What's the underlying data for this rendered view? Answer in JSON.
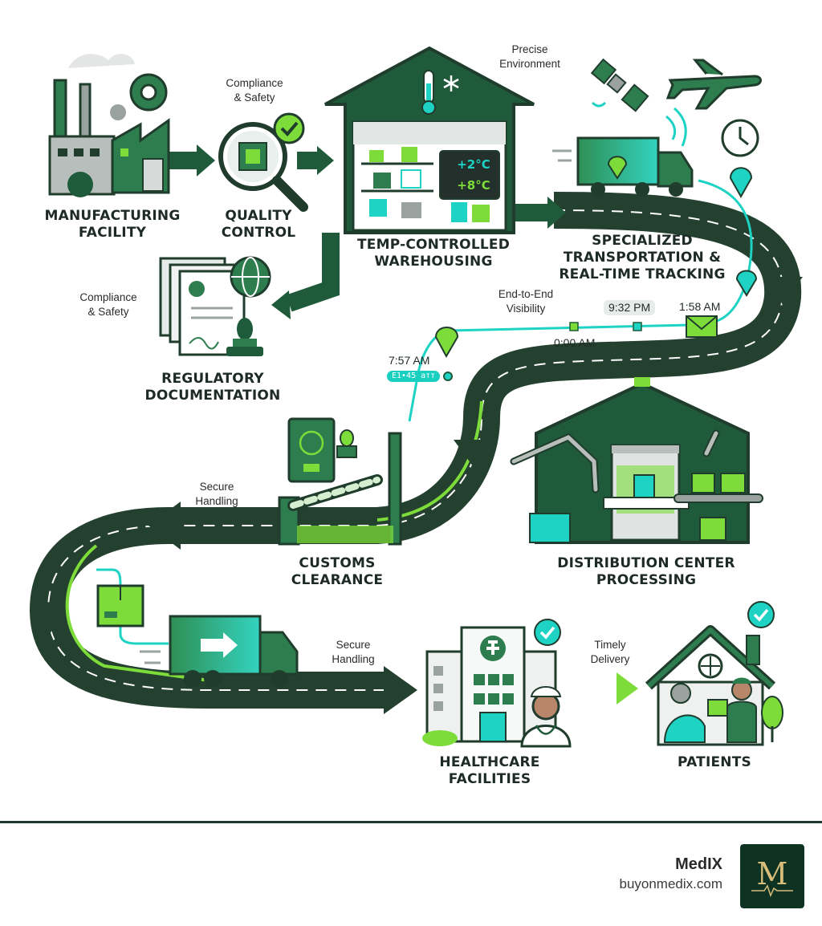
{
  "colors": {
    "dark_green": "#1f5a3b",
    "mid_green": "#2e7d4f",
    "lime": "#7ddc3a",
    "teal": "#1ed3c3",
    "road": "#2a3f34",
    "logo_bg": "#0f3323",
    "logo_gold": "#d8bd7a",
    "divider": "#1d3a2c"
  },
  "stages": [
    {
      "label": "MANUFACTURING\nFACILITY"
    },
    {
      "label": "QUALITY\nCONTROL"
    },
    {
      "label": "TEMP-CONTROLLED\nWAREHOUSING"
    },
    {
      "label": "SPECIALIZED\nTRANSPORTATION &\nREAL-TIME TRACKING"
    },
    {
      "label": "REGULATORY\nDOCUMENTATION"
    },
    {
      "label": "DISTRIBUTION CENTER\nPROCESSING"
    },
    {
      "label": "CUSTOMS\nCLEARANCE"
    },
    {
      "label": "HEALTHCARE\nFACILITIES"
    },
    {
      "label": "PATIENTS"
    }
  ],
  "notes": {
    "compliance_top": "Compliance\n& Safety",
    "compliance_left": "Compliance\n& Safety",
    "precise_environment": "Precise\nEnvironment",
    "end_to_end": "End-to-End\nVisibility",
    "secure_handling_1": "Secure\nHandling",
    "secure_handling_2": "Secure\nHandling",
    "timely_delivery": "Timely\nDelivery"
  },
  "warehouse_display": {
    "temp_high": "+2°C",
    "temp_low": "+8°C"
  },
  "tracking_times": {
    "t1": "9:32 PM",
    "t2": "1:58 AM",
    "t3": "0:00 AM",
    "t4": "7:57 AM",
    "badge": "E1•45 атт"
  },
  "brand": {
    "name": "MedIX",
    "url": "buyonmedix.com",
    "logo_letter": "M"
  },
  "icons": [
    "factory-icon",
    "gear-icon",
    "magnifier-chip-icon",
    "checkmark-icon",
    "thermometer-icon",
    "snowflake-icon",
    "satellite-icon",
    "airplane-icon",
    "clock-icon",
    "truck-icon",
    "location-pin-icon",
    "document-icon",
    "globe-icon",
    "stamp-icon",
    "envelope-icon",
    "passport-icon",
    "barrier-gate-icon",
    "robot-arm-icon",
    "box-icon",
    "hospital-icon",
    "nurse-icon",
    "house-icon",
    "delivery-person-icon",
    "patient-icon"
  ]
}
